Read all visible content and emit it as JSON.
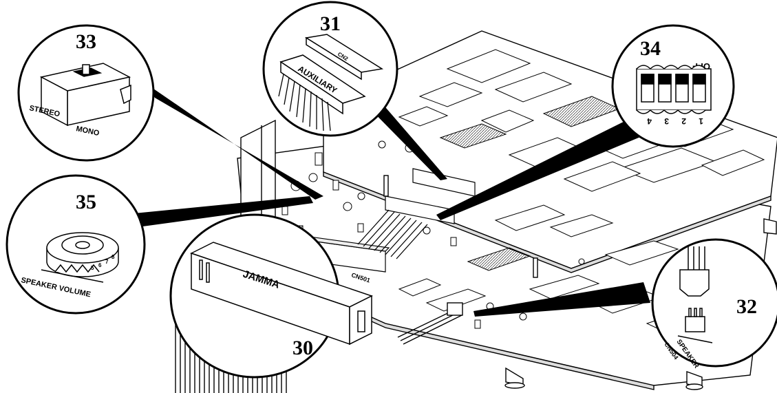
{
  "callouts": {
    "c30": {
      "number": "30",
      "label": "JAMMA",
      "connector": "CN501"
    },
    "c31": {
      "number": "31",
      "label": "AUXILIARY",
      "connector": "CN2"
    },
    "c32": {
      "number": "32",
      "label": "SPEAKER",
      "connector": "CN504"
    },
    "c33": {
      "number": "33",
      "label_left": "STEREO",
      "label_right": "MONO"
    },
    "c34": {
      "number": "34",
      "off_label": "OFF",
      "switch_numbers": [
        "1",
        "2",
        "3",
        "4"
      ]
    },
    "c35": {
      "number": "35",
      "label": "SPEAKER VOLUME",
      "dial_numbers": [
        "5",
        "6",
        "7",
        "8"
      ]
    }
  }
}
